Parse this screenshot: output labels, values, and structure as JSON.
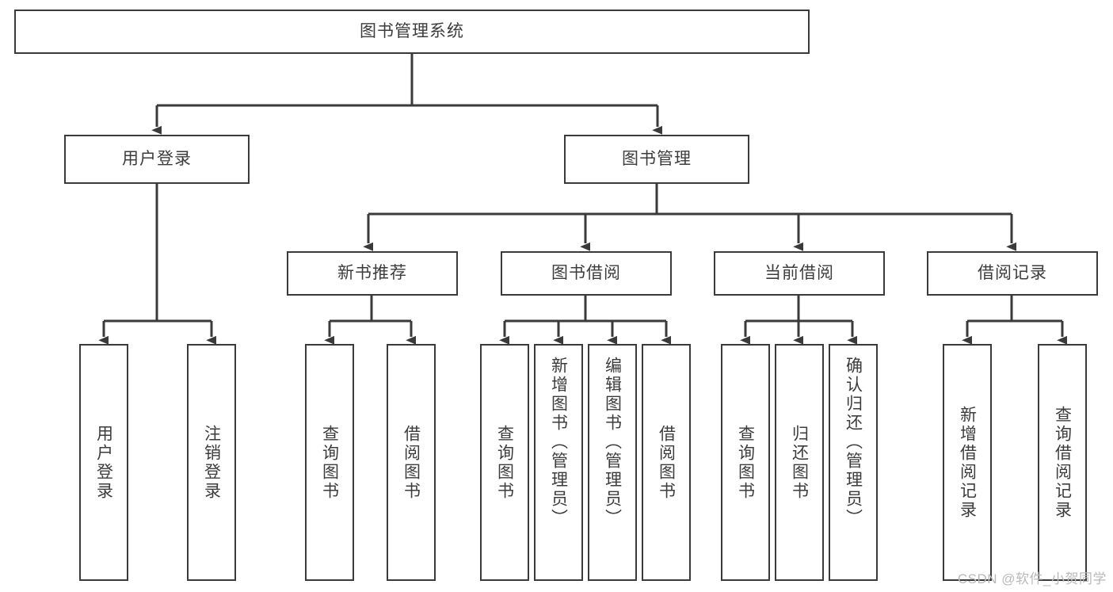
{
  "diagram": {
    "type": "tree",
    "title": "图书管理系统",
    "orientation": "top-down",
    "levels": 4,
    "line_color": "#3a3a3a",
    "box_fill": "#ffffff",
    "text_color": "#3c3c3c",
    "arrowheads": "solid-triangle-down"
  },
  "nodes": {
    "root": {
      "label": "图书管理系统"
    },
    "level2": [
      {
        "label": "用户登录"
      },
      {
        "label": "图书管理"
      }
    ],
    "level3": [
      {
        "label": "新书推荐"
      },
      {
        "label": "图书借阅"
      },
      {
        "label": "当前借阅"
      },
      {
        "label": "借阅记录"
      }
    ],
    "leaves_user_login": [
      {
        "label": "用户登录"
      },
      {
        "label": "注销登录"
      }
    ],
    "leaves_new_books": [
      {
        "label": "查询图书"
      },
      {
        "label": "借阅图书"
      }
    ],
    "leaves_borrow": [
      {
        "label": "查询图书"
      },
      {
        "label": "新增图书（管理员）"
      },
      {
        "label": "编辑图书（管理员）"
      },
      {
        "label": "借阅图书"
      }
    ],
    "leaves_current": [
      {
        "label": "查询图书"
      },
      {
        "label": "归还图书"
      },
      {
        "label": "确认归还（管理员）"
      }
    ],
    "leaves_records": [
      {
        "label": "新增借阅记录"
      },
      {
        "label": "查询借阅记录"
      }
    ]
  },
  "watermark": {
    "text": "CSDN @软件_小贺同学"
  }
}
